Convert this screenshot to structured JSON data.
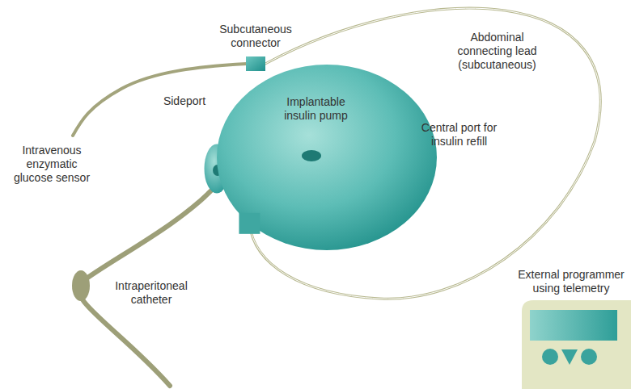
{
  "diagram": {
    "nodes": [
      {
        "text": [
          "Subcutaneous connector"
        ]
      },
      {
        "text": [
          "Sideport"
        ]
      },
      {
        "text": [
          "Implantable insulin pump"
        ]
      },
      {
        "text": [
          "External programmer using telemetry"
        ]
      }
    ],
    "edges": [
      {
        "from": 0,
        "to": 2,
        "arrow": "none"
      }
    ],
    "labels": [
      "Abdominal connecting lead (subcutaneous)",
      "Central port for insulin refill",
      "Intravenous enzymatic glucose sensor",
      "Intraperitoneal catheter"
    ]
  }
}
